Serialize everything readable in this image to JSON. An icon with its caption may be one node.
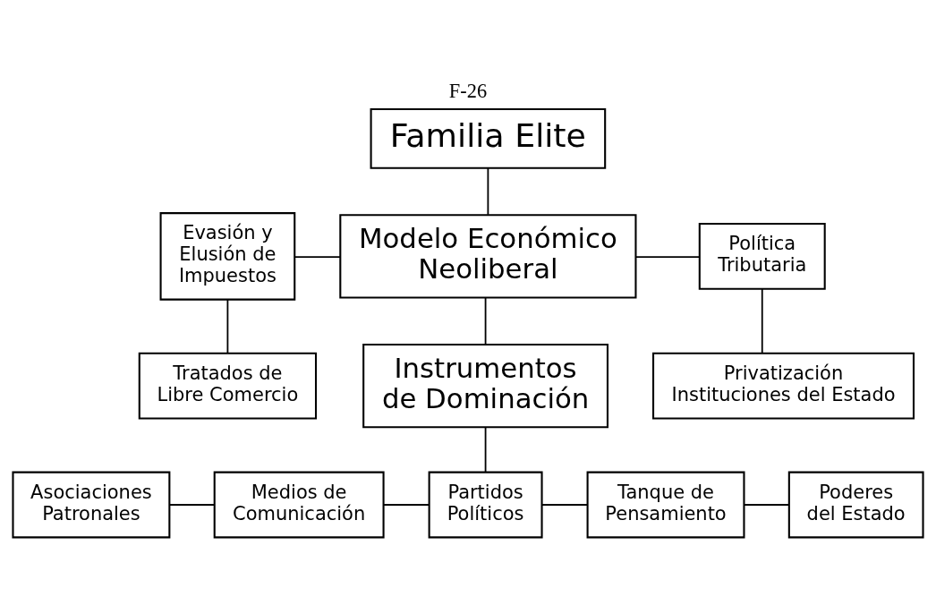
{
  "diagram": {
    "title": "F-26",
    "nodes": [
      {
        "text": [
          "Familia Elite"
        ]
      },
      {
        "text": [
          "Evasión y Elusión de Impuestos"
        ]
      },
      {
        "text": [
          "Modelo Económico Neoliberal"
        ]
      },
      {
        "text": [
          "Política Tributaria"
        ]
      },
      {
        "text": [
          "Tratados de Libre Comercio"
        ]
      },
      {
        "text": [
          "Instrumentos de Dominación"
        ]
      },
      {
        "text": [
          "Privatización Instituciones del Estado"
        ]
      },
      {
        "text": [
          "Asociaciones Patronales"
        ]
      },
      {
        "text": [
          "Medios de Comunicación"
        ]
      },
      {
        "text": [
          "Partidos Políticos"
        ]
      },
      {
        "text": [
          "Tanque de Pensamiento"
        ]
      },
      {
        "text": [
          "Poderes del Estado"
        ]
      }
    ],
    "edges": [
      {
        "from": 0,
        "to": 2,
        "arrow": "none"
      },
      {
        "from": 1,
        "to": 2,
        "arrow": "none"
      },
      {
        "from": 2,
        "to": 3,
        "arrow": "none"
      },
      {
        "from": 1,
        "to": 4,
        "arrow": "none"
      },
      {
        "from": 2,
        "to": 5,
        "arrow": "none"
      },
      {
        "from": 3,
        "to": 6,
        "arrow": "none"
      },
      {
        "from": 5,
        "to": 9,
        "arrow": "none"
      },
      {
        "from": 7,
        "to": 8,
        "arrow": "none"
      },
      {
        "from": 8,
        "to": 9,
        "arrow": "none"
      },
      {
        "from": 9,
        "to": 10,
        "arrow": "none"
      },
      {
        "from": 10,
        "to": 11,
        "arrow": "none"
      }
    ]
  }
}
